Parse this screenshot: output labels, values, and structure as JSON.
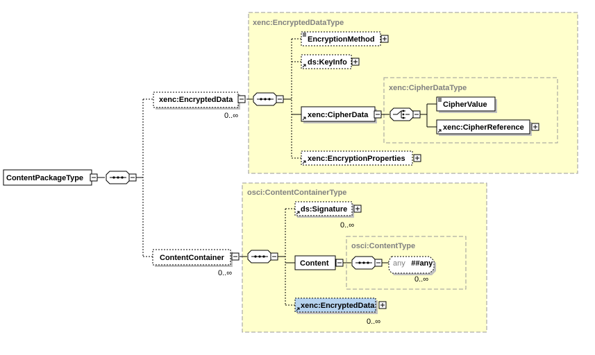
{
  "types": {
    "encrypted_data_type": "xenc:EncryptedDataType",
    "cipher_data_type": "xenc:CipherDataType",
    "content_container_type": "osci:ContentContainerType",
    "content_type": "osci:ContentType"
  },
  "elements": {
    "root": "ContentPackageType",
    "encrypted_data": "xenc:EncryptedData",
    "encryption_method": "EncryptionMethod",
    "key_info": "ds:KeyInfo",
    "cipher_data": "xenc:CipherData",
    "cipher_value": "CipherValue",
    "cipher_reference": "xenc:CipherReference",
    "encryption_properties": "xenc:EncryptionProperties",
    "content_container": "ContentContainer",
    "signature": "ds:Signature",
    "content": "Content",
    "any_prefix": "any",
    "any_value": "##any",
    "encrypted_data_2": "xenc:EncryptedData"
  },
  "cardinality": {
    "encrypted_data": "0..∞",
    "content_container": "0..∞",
    "signature": "0..∞",
    "any": "0..∞",
    "encrypted_data_2": "0..∞"
  },
  "colors": {
    "type_background": "#ffffcc",
    "selected_element": "#b6d3ef"
  }
}
